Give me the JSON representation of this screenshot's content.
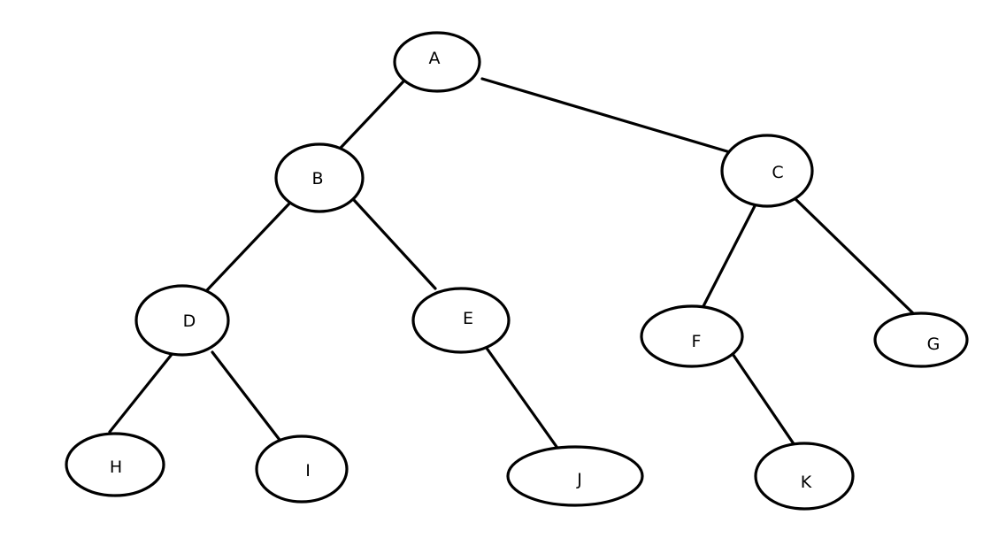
{
  "diagram": {
    "type": "binary-tree",
    "nodes": [
      {
        "id": "A",
        "label": "A"
      },
      {
        "id": "B",
        "label": "B"
      },
      {
        "id": "C",
        "label": "C"
      },
      {
        "id": "D",
        "label": "D"
      },
      {
        "id": "E",
        "label": "E"
      },
      {
        "id": "F",
        "label": "F"
      },
      {
        "id": "G",
        "label": "G"
      },
      {
        "id": "H",
        "label": "H"
      },
      {
        "id": "I",
        "label": "I"
      },
      {
        "id": "J",
        "label": "J"
      },
      {
        "id": "K",
        "label": "K"
      }
    ],
    "edges": [
      {
        "from": "A",
        "to": "B"
      },
      {
        "from": "A",
        "to": "C"
      },
      {
        "from": "B",
        "to": "D"
      },
      {
        "from": "B",
        "to": "E"
      },
      {
        "from": "C",
        "to": "F"
      },
      {
        "from": "C",
        "to": "G"
      },
      {
        "from": "D",
        "to": "H"
      },
      {
        "from": "D",
        "to": "I"
      },
      {
        "from": "E",
        "to": "J"
      },
      {
        "from": "F",
        "to": "K"
      }
    ],
    "colors": {
      "stroke": "#000000",
      "background": "#ffffff"
    }
  }
}
